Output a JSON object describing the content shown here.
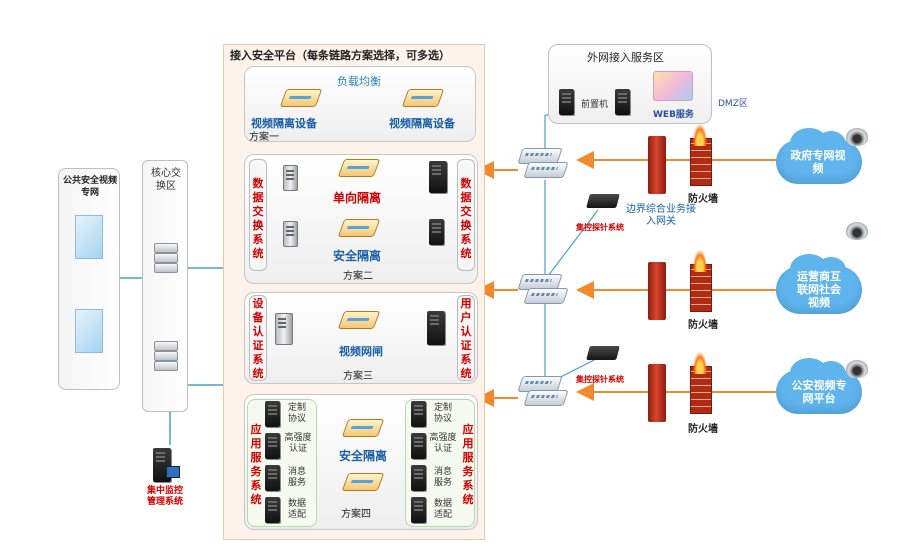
{
  "left": {
    "public_net": "公共安全视频专网",
    "core_switch": "核心交换区",
    "mgmt_system": "集中监控管理系统"
  },
  "platform": {
    "title": "接入安全平台（每条链路方案选择，可多选）",
    "plan1": {
      "load_balance": "负载均衡",
      "device_left": "视频隔离设备",
      "device_right": "视频隔离设备",
      "label": "方案一"
    },
    "plan2": {
      "side_left": "数据交换系统",
      "side_right": "数据交换系统",
      "one_way": "单向隔离",
      "secure": "安全隔离",
      "label": "方案二"
    },
    "plan3": {
      "side_left": "设备认证系统",
      "side_right": "用户认证系统",
      "gate": "视频网闸",
      "label": "方案三"
    },
    "plan4": {
      "side_left": "应用服务系统",
      "side_right": "应用服务系统",
      "items": [
        "定制协议",
        "高强度认证",
        "消息服务",
        "数据适配"
      ],
      "secure": "安全隔离",
      "label": "方案四"
    }
  },
  "dmz": {
    "title": "外网接入服务区",
    "front_server": "前置机",
    "web_service": "WEB服务",
    "zone": "DMZ区"
  },
  "gateway": {
    "edge_gateway": "边界综合业务接入网关",
    "audit1": "集控探针系统",
    "audit2": "集控探针系统"
  },
  "firewall_label": "防火墙",
  "clouds": {
    "gov": "政府专网视频",
    "operator": "运营商互联网社会视频",
    "police": "公安视频专网平台"
  },
  "colors": {
    "red_flow": "#d40000",
    "green_flow": "#0aa03c",
    "orange_link": "#f08a2c",
    "blue_link": "#4aa0c8"
  }
}
